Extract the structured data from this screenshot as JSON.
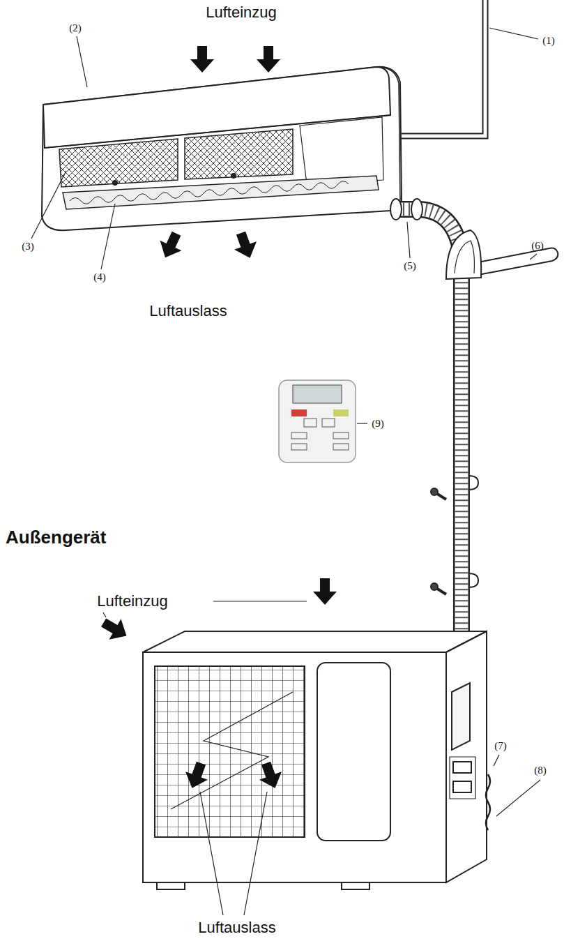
{
  "diagram": {
    "labels": [
      "(2)",
      "Lufteinzug",
      "(1)",
      "(3)",
      "(4)",
      "(5)",
      "(6)",
      "Luftauslass",
      "(9)",
      "Außengerät",
      "Lufteinzug",
      "(7)",
      "(8)",
      "Luftauslass"
    ]
  }
}
